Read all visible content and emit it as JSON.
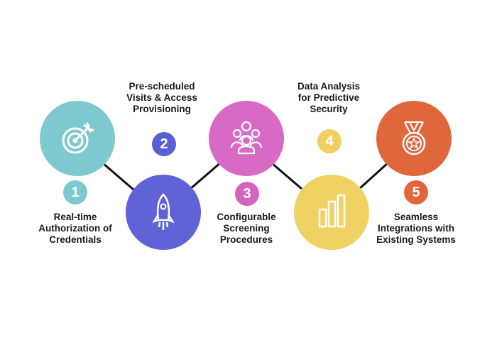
{
  "steps": [
    {
      "number": "1",
      "lines": [
        "Real-time",
        "Authorization of",
        "Credentials"
      ],
      "color": "#7ec8cf",
      "badge_color": "#7ec8cf",
      "icon": "target-icon"
    },
    {
      "number": "2",
      "lines": [
        "Pre-scheduled",
        "Visits & Access",
        "Provisioning"
      ],
      "color": "#6063d6",
      "badge_color": "#5b5fd6",
      "icon": "rocket-icon"
    },
    {
      "number": "3",
      "lines": [
        "Configurable",
        "Screening",
        "Procedures"
      ],
      "color": "#d86ac5",
      "badge_color": "#d564c0",
      "icon": "people-group-icon"
    },
    {
      "number": "4",
      "lines": [
        "Data Analysis",
        "for Predictive",
        "Security"
      ],
      "color": "#f0d264",
      "badge_color": "#f0cf5e",
      "icon": "bar-chart-icon"
    },
    {
      "number": "5",
      "lines": [
        "Seamless",
        "Integrations with",
        "Existing Systems"
      ],
      "color": "#e0663c",
      "badge_color": "#e0663c",
      "icon": "medal-icon"
    }
  ]
}
